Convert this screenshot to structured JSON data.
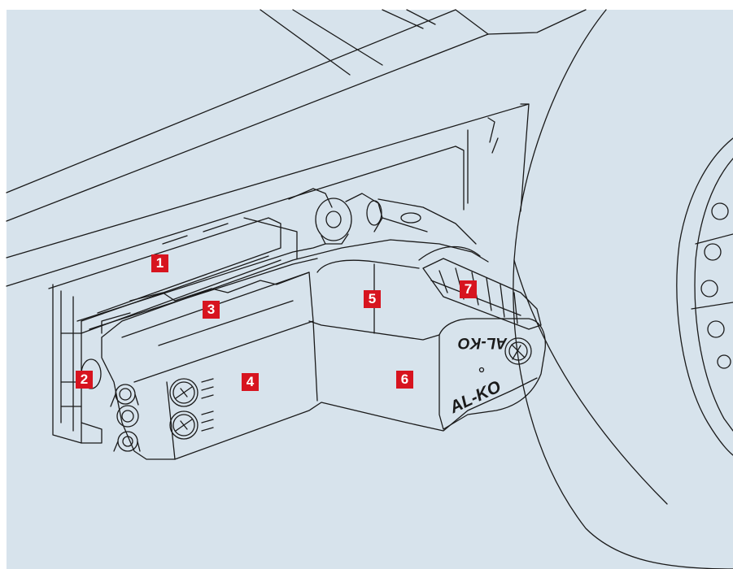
{
  "diagram": {
    "colors": {
      "background": "#d7e3ec",
      "line": "#1a1a1a",
      "callout": "#d7141f"
    },
    "callouts": [
      {
        "label": "1"
      },
      {
        "label": "2"
      },
      {
        "label": "3"
      },
      {
        "label": "4"
      },
      {
        "label": "5"
      },
      {
        "label": "6"
      },
      {
        "label": "7"
      }
    ],
    "brand_text": "AL-KO",
    "brand_text_mirrored": "AL-KO"
  }
}
